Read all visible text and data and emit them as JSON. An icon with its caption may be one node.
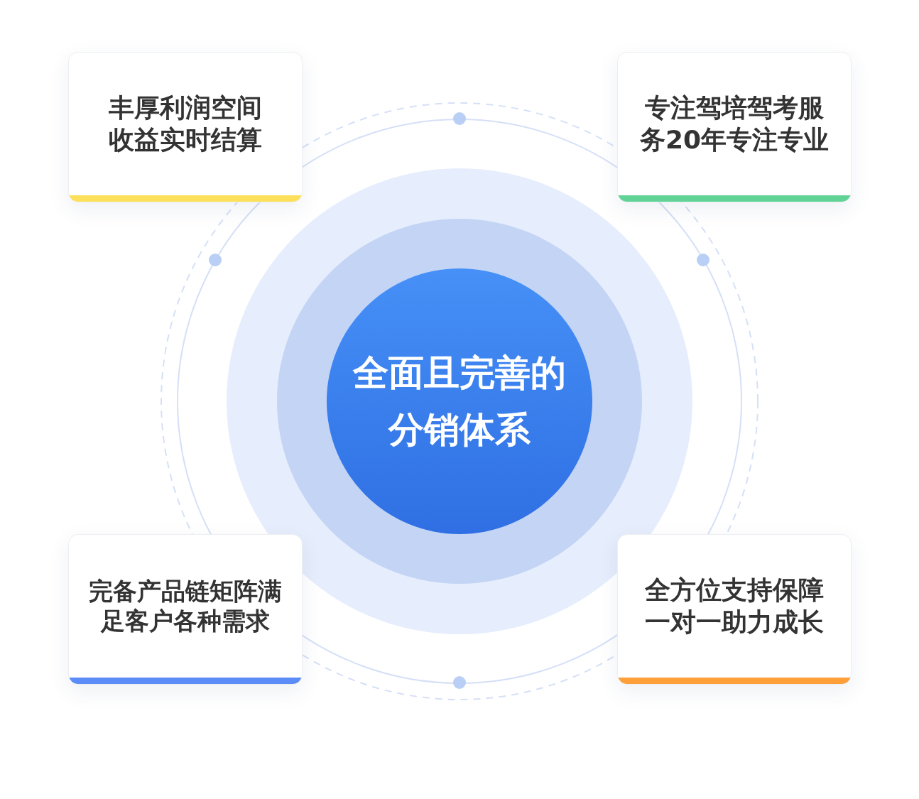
{
  "diagram": {
    "nodes": [
      {
        "text": [
          "全面且完善的分销体系"
        ]
      },
      {
        "text": [
          "丰厚利润空间收益实时结算"
        ]
      },
      {
        "text": [
          "专注驾培驾考服务20年专注专业"
        ]
      },
      {
        "text": [
          "完备产品链矩阵满足客户各种需求"
        ]
      },
      {
        "text": [
          "全方位支持保障一对一助力成长"
        ]
      }
    ]
  }
}
